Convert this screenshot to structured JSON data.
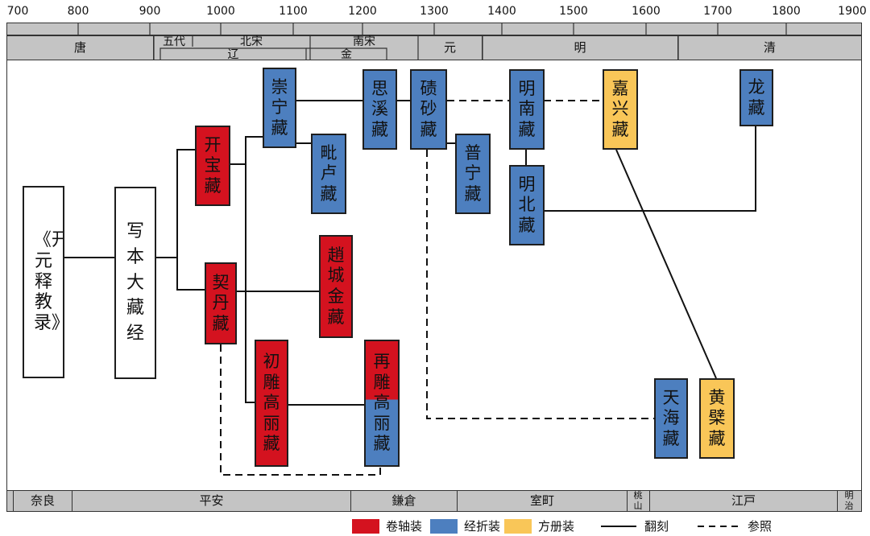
{
  "timeline": {
    "years": [
      "700",
      "800",
      "900",
      "1000",
      "1100",
      "1200",
      "1300",
      "1400",
      "1500",
      "1600",
      "1700",
      "1800",
      "1900"
    ]
  },
  "chinese_dynasties": {
    "tang": "唐",
    "wudai": "五代",
    "beisong": "北宋",
    "nansong": "南宋",
    "liao": "辽",
    "jin": "金",
    "yuan": "元",
    "ming": "明",
    "qing": "清"
  },
  "japanese_periods": {
    "nara": "奈良",
    "heian": "平安",
    "kamakura": "鎌倉",
    "muromachi": "室町",
    "momoyama": "桃山",
    "edo": "江戸",
    "meiji": "明治"
  },
  "canons": {
    "kaiyuan": "《开元释教录》",
    "handwritten": "写本大藏经",
    "kaibao": "开宝藏",
    "qidan": "契丹藏",
    "chongning": "崇宁藏",
    "pilu": "毗卢藏",
    "zhaocheng": "趙城金藏",
    "chudiao": "初雕高丽藏",
    "zaidiao": "再雕高丽藏",
    "sixi": "思溪藏",
    "qisha": "碛砂藏",
    "puning": "普宁藏",
    "mingnan": "明南藏",
    "mingbei": "明北藏",
    "jiaxing": "嘉兴藏",
    "long": "龙藏",
    "tianhai": "天海藏",
    "huangbo": "黄檗藏"
  },
  "colors": {
    "scroll": "#d4121f",
    "accordion": "#4d7fbf",
    "book": "#f9c658"
  },
  "legend": {
    "scroll": "卷轴装",
    "accordion": "经折装",
    "book": "方册装",
    "recarve": "翻刻",
    "reference": "参照"
  }
}
